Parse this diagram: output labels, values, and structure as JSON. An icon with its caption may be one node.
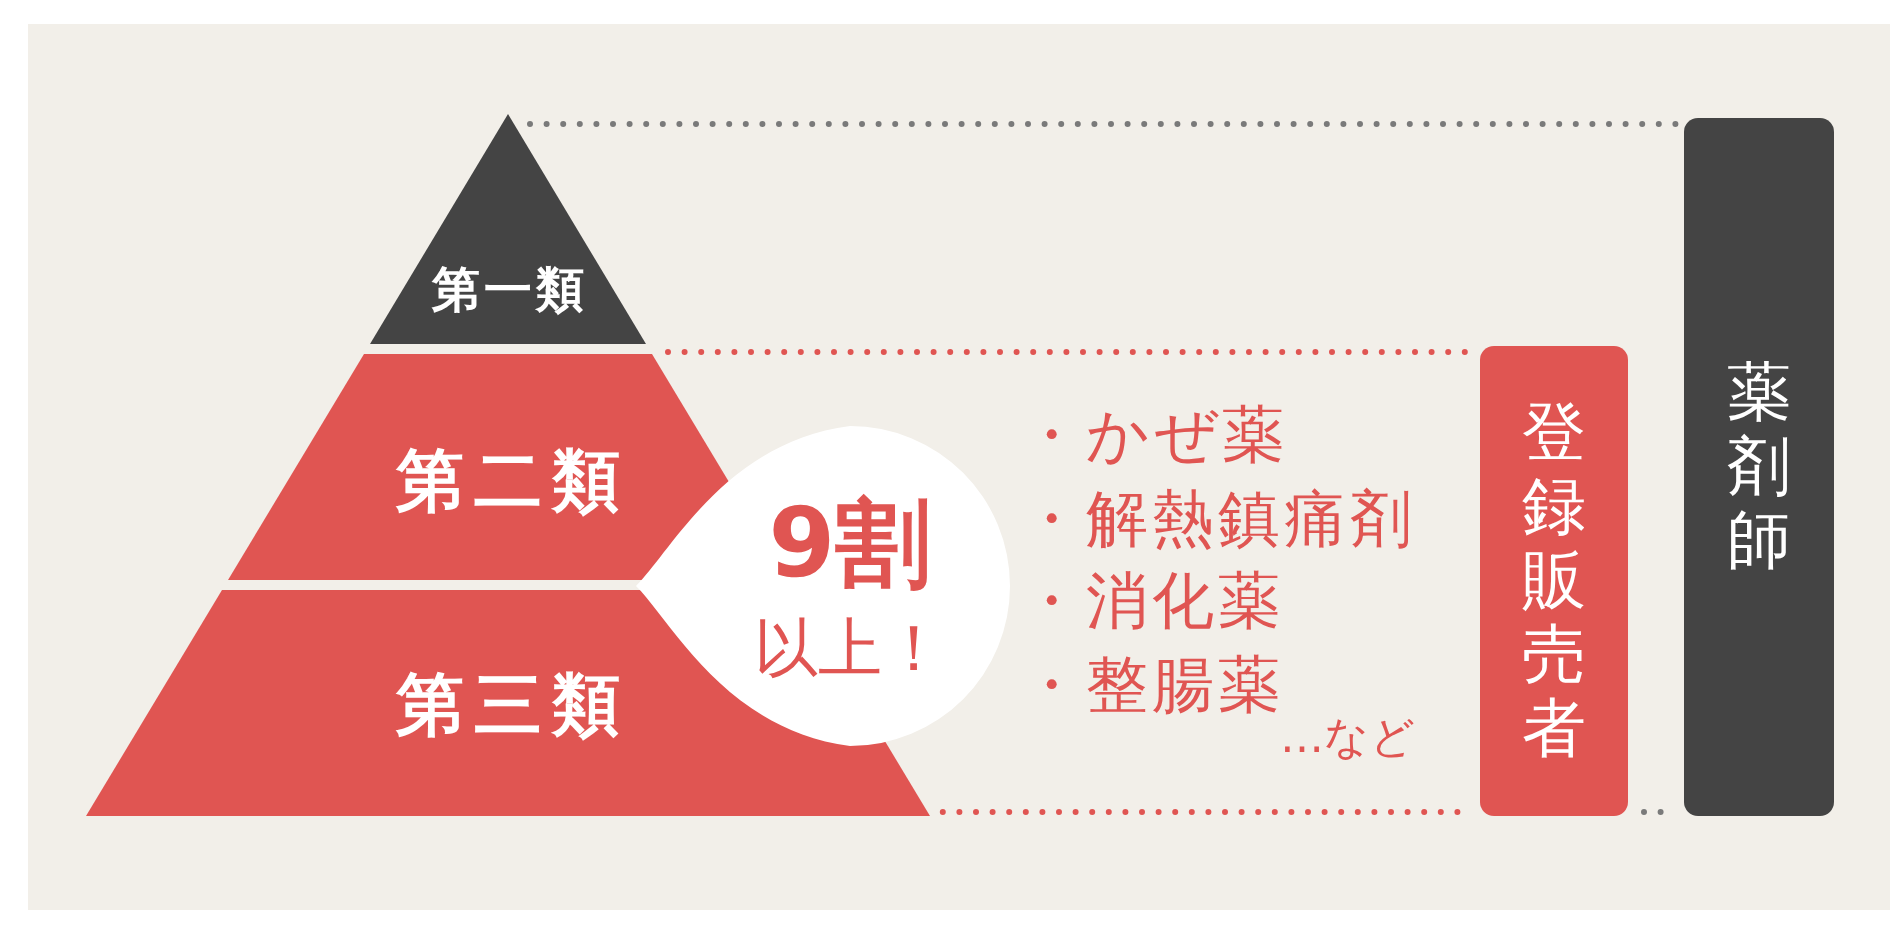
{
  "diagram": {
    "nodes": [
      {
        "text": [
          "第一類"
        ]
      },
      {
        "text": [
          "第二類"
        ]
      },
      {
        "text": [
          "第三類"
        ]
      },
      {
        "text": [
          "9割",
          "以上！"
        ]
      },
      {
        "text": [
          "登録販売者"
        ]
      },
      {
        "text": [
          "薬剤師"
        ]
      }
    ],
    "edges": [
      {
        "from": 0,
        "to": 5,
        "arrow": "none",
        "style": "dashed",
        "color": "#7a7a7a"
      },
      {
        "from": 1,
        "to": 4,
        "arrow": "none",
        "style": "dashed",
        "color": "#e05552"
      },
      {
        "from": 2,
        "to": 4,
        "arrow": "none",
        "style": "dashed",
        "color": "#e05552"
      },
      {
        "from": 4,
        "to": 5,
        "arrow": "none",
        "style": "dashed",
        "color": "#7a7a7a"
      }
    ],
    "labels": [
      "・かぜ薬",
      "・解熱鎮痛剤",
      "・消化薬",
      "・整腸薬",
      "…など"
    ]
  }
}
